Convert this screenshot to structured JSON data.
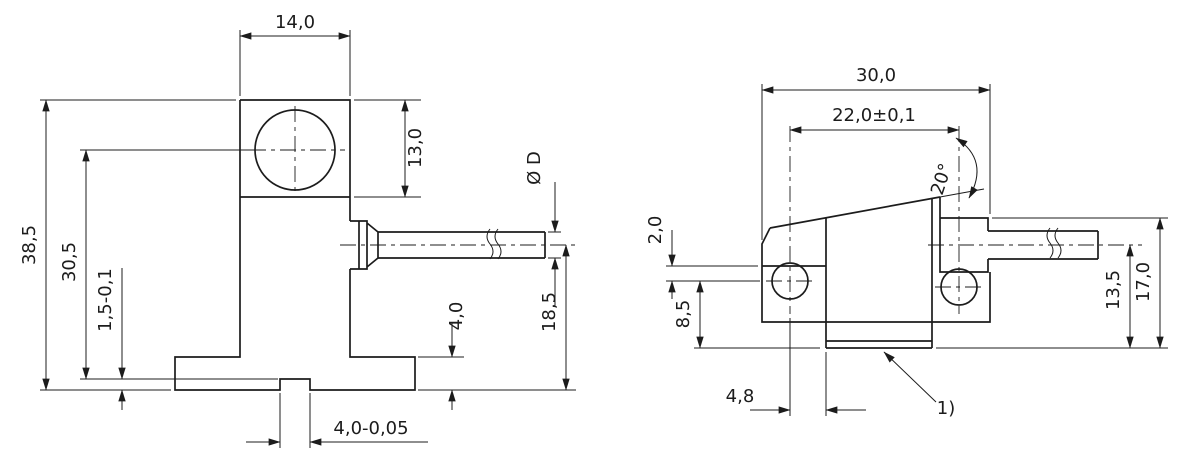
{
  "drawing": {
    "type": "technical-dimension-drawing",
    "front_view": {
      "head_width": "14,0",
      "head_height": "13,0",
      "total_height": "38,5",
      "axis_to_slot": "30,5",
      "slot_depth": "1,5-0,1",
      "base_height": "4,0",
      "axis_to_bottom": "18,5",
      "cable_diameter": "Ø D",
      "slot_width": "4,0-0,05"
    },
    "side_view": {
      "total_width": "30,0",
      "hole_spacing": "22,0±0,1",
      "tilt_angle": "20°",
      "top_to_hole_axis": "2,0",
      "hole_axis_to_bottom": "8,5",
      "cable_axis_to_bottom": "13,5",
      "total_height": "17,0",
      "hole_to_edge": "4,8",
      "footnote_ref": "1)"
    }
  }
}
